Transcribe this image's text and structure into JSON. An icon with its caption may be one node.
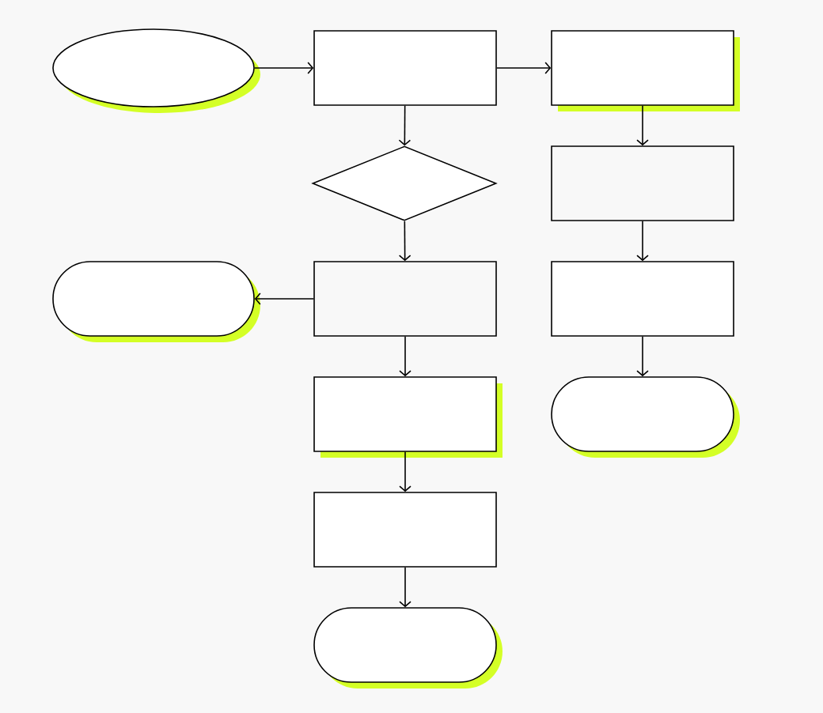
{
  "diagram": {
    "nodes": [
      {
        "text": [],
        "shape": "ellipse"
      },
      {
        "text": [],
        "shape": "box"
      },
      {
        "text": [],
        "shape": "box"
      },
      {
        "text": [],
        "shape": "diamond"
      },
      {
        "text": [],
        "shape": "box"
      },
      {
        "text": [],
        "shape": "pill"
      },
      {
        "text": [],
        "shape": "box"
      },
      {
        "text": [],
        "shape": "box"
      },
      {
        "text": [],
        "shape": "box"
      },
      {
        "text": [],
        "shape": "pill"
      },
      {
        "text": [],
        "shape": "box"
      },
      {
        "text": [],
        "shape": "pill"
      }
    ],
    "edges": [
      {
        "from": 0,
        "to": 1,
        "arrow": "to"
      },
      {
        "from": 1,
        "to": 2,
        "arrow": "to"
      },
      {
        "from": 1,
        "to": 3,
        "arrow": "to"
      },
      {
        "from": 2,
        "to": 4,
        "arrow": "to"
      },
      {
        "from": 3,
        "to": 6,
        "arrow": "to"
      },
      {
        "from": 6,
        "to": 5,
        "arrow": "to"
      },
      {
        "from": 4,
        "to": 7,
        "arrow": "to"
      },
      {
        "from": 6,
        "to": 8,
        "arrow": "to"
      },
      {
        "from": 7,
        "to": 9,
        "arrow": "to"
      },
      {
        "from": 8,
        "to": 10,
        "arrow": "to"
      },
      {
        "from": 10,
        "to": 11,
        "arrow": "to"
      }
    ]
  }
}
